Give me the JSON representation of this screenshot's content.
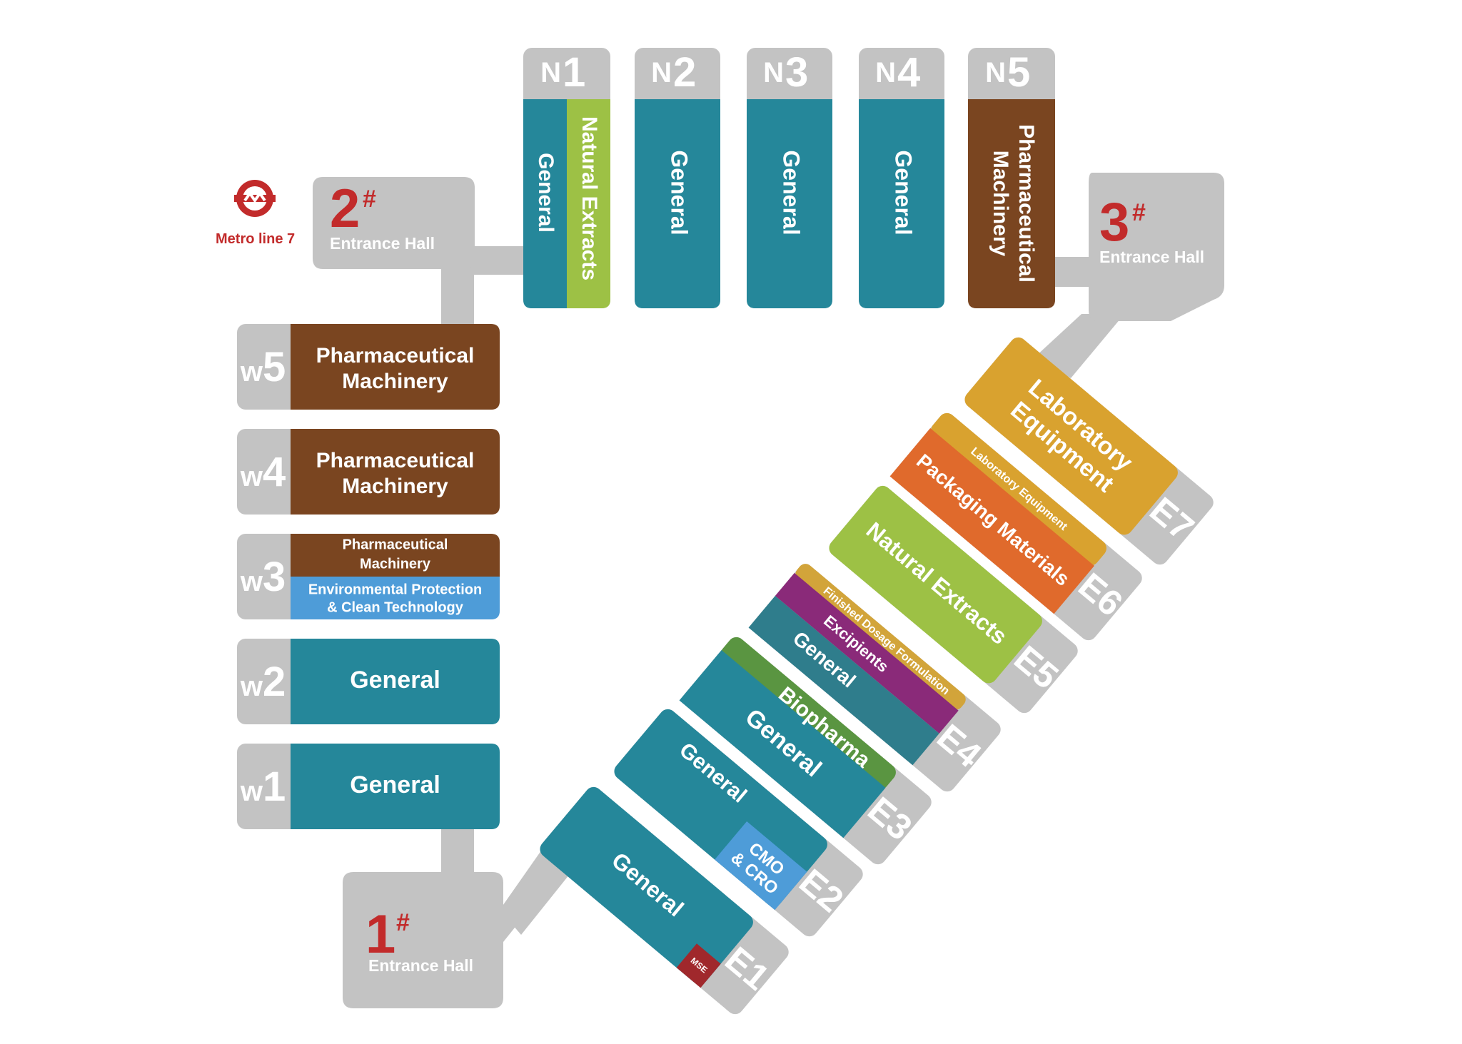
{
  "colors": {
    "corridor": "#c3c3c3",
    "general": "#25879a",
    "pharma_machinery": "#7a4520",
    "natural_extracts": "#9dc145",
    "env_protection": "#4e9cd8",
    "biopharma": "#5a9541",
    "cmo_cro": "#4e9cd8",
    "finished_dosage": "#d2a43a",
    "excipients": "#8a2a79",
    "general_e4": "#2f7d8c",
    "packaging": "#e06a2c",
    "lab_equipment": "#d9a22f",
    "mse": "#a0282c",
    "entrance_number": "#c22b2b",
    "metro": "#c22b2b"
  },
  "metro": {
    "icon": "shanghai-metro-logo-icon",
    "label": "Metro line 7"
  },
  "entrances": [
    {
      "number": "1",
      "sup": "#",
      "label": "Entrance Hall"
    },
    {
      "number": "2",
      "sup": "#",
      "label": "Entrance Hall"
    },
    {
      "number": "3",
      "sup": "#",
      "label": "Entrance Hall"
    }
  ],
  "north_halls": [
    {
      "prefix": "N",
      "num": "1",
      "zones": [
        "General",
        "Natural Extracts"
      ]
    },
    {
      "prefix": "N",
      "num": "2",
      "zones": [
        "General"
      ]
    },
    {
      "prefix": "N",
      "num": "3",
      "zones": [
        "General"
      ]
    },
    {
      "prefix": "N",
      "num": "4",
      "zones": [
        "General"
      ]
    },
    {
      "prefix": "N",
      "num": "5",
      "zones": [
        "Pharmaceutical",
        "Machinery"
      ]
    }
  ],
  "west_halls": [
    {
      "prefix": "W",
      "num": "5",
      "zones": [
        [
          "Pharmaceutical",
          "Machinery"
        ]
      ]
    },
    {
      "prefix": "W",
      "num": "4",
      "zones": [
        [
          "Pharmaceutical",
          "Machinery"
        ]
      ]
    },
    {
      "prefix": "W",
      "num": "3",
      "zones": [
        [
          "Pharmaceutical",
          "Machinery"
        ],
        [
          "Environmental Protection",
          "& Clean Technology"
        ]
      ]
    },
    {
      "prefix": "W",
      "num": "2",
      "zones": [
        [
          "General"
        ]
      ]
    },
    {
      "prefix": "W",
      "num": "1",
      "zones": [
        [
          "General"
        ]
      ]
    }
  ],
  "east_halls": [
    {
      "id": "E1",
      "zones": [
        "General"
      ],
      "tag": "MSE"
    },
    {
      "id": "E2",
      "zones": [
        "General",
        "CMO",
        "& CRO"
      ]
    },
    {
      "id": "E3",
      "zones": [
        "General",
        "Biopharma"
      ]
    },
    {
      "id": "E4",
      "zones": [
        "General",
        "Excipients",
        "Finished Dosage Formulation"
      ]
    },
    {
      "id": "E5",
      "zones": [
        "Natural Extracts"
      ]
    },
    {
      "id": "E6",
      "zones": [
        "Packaging Materials",
        "Laboratory Equipment"
      ]
    },
    {
      "id": "E7",
      "zones": [
        "Laboratory",
        "Equipment"
      ]
    }
  ]
}
